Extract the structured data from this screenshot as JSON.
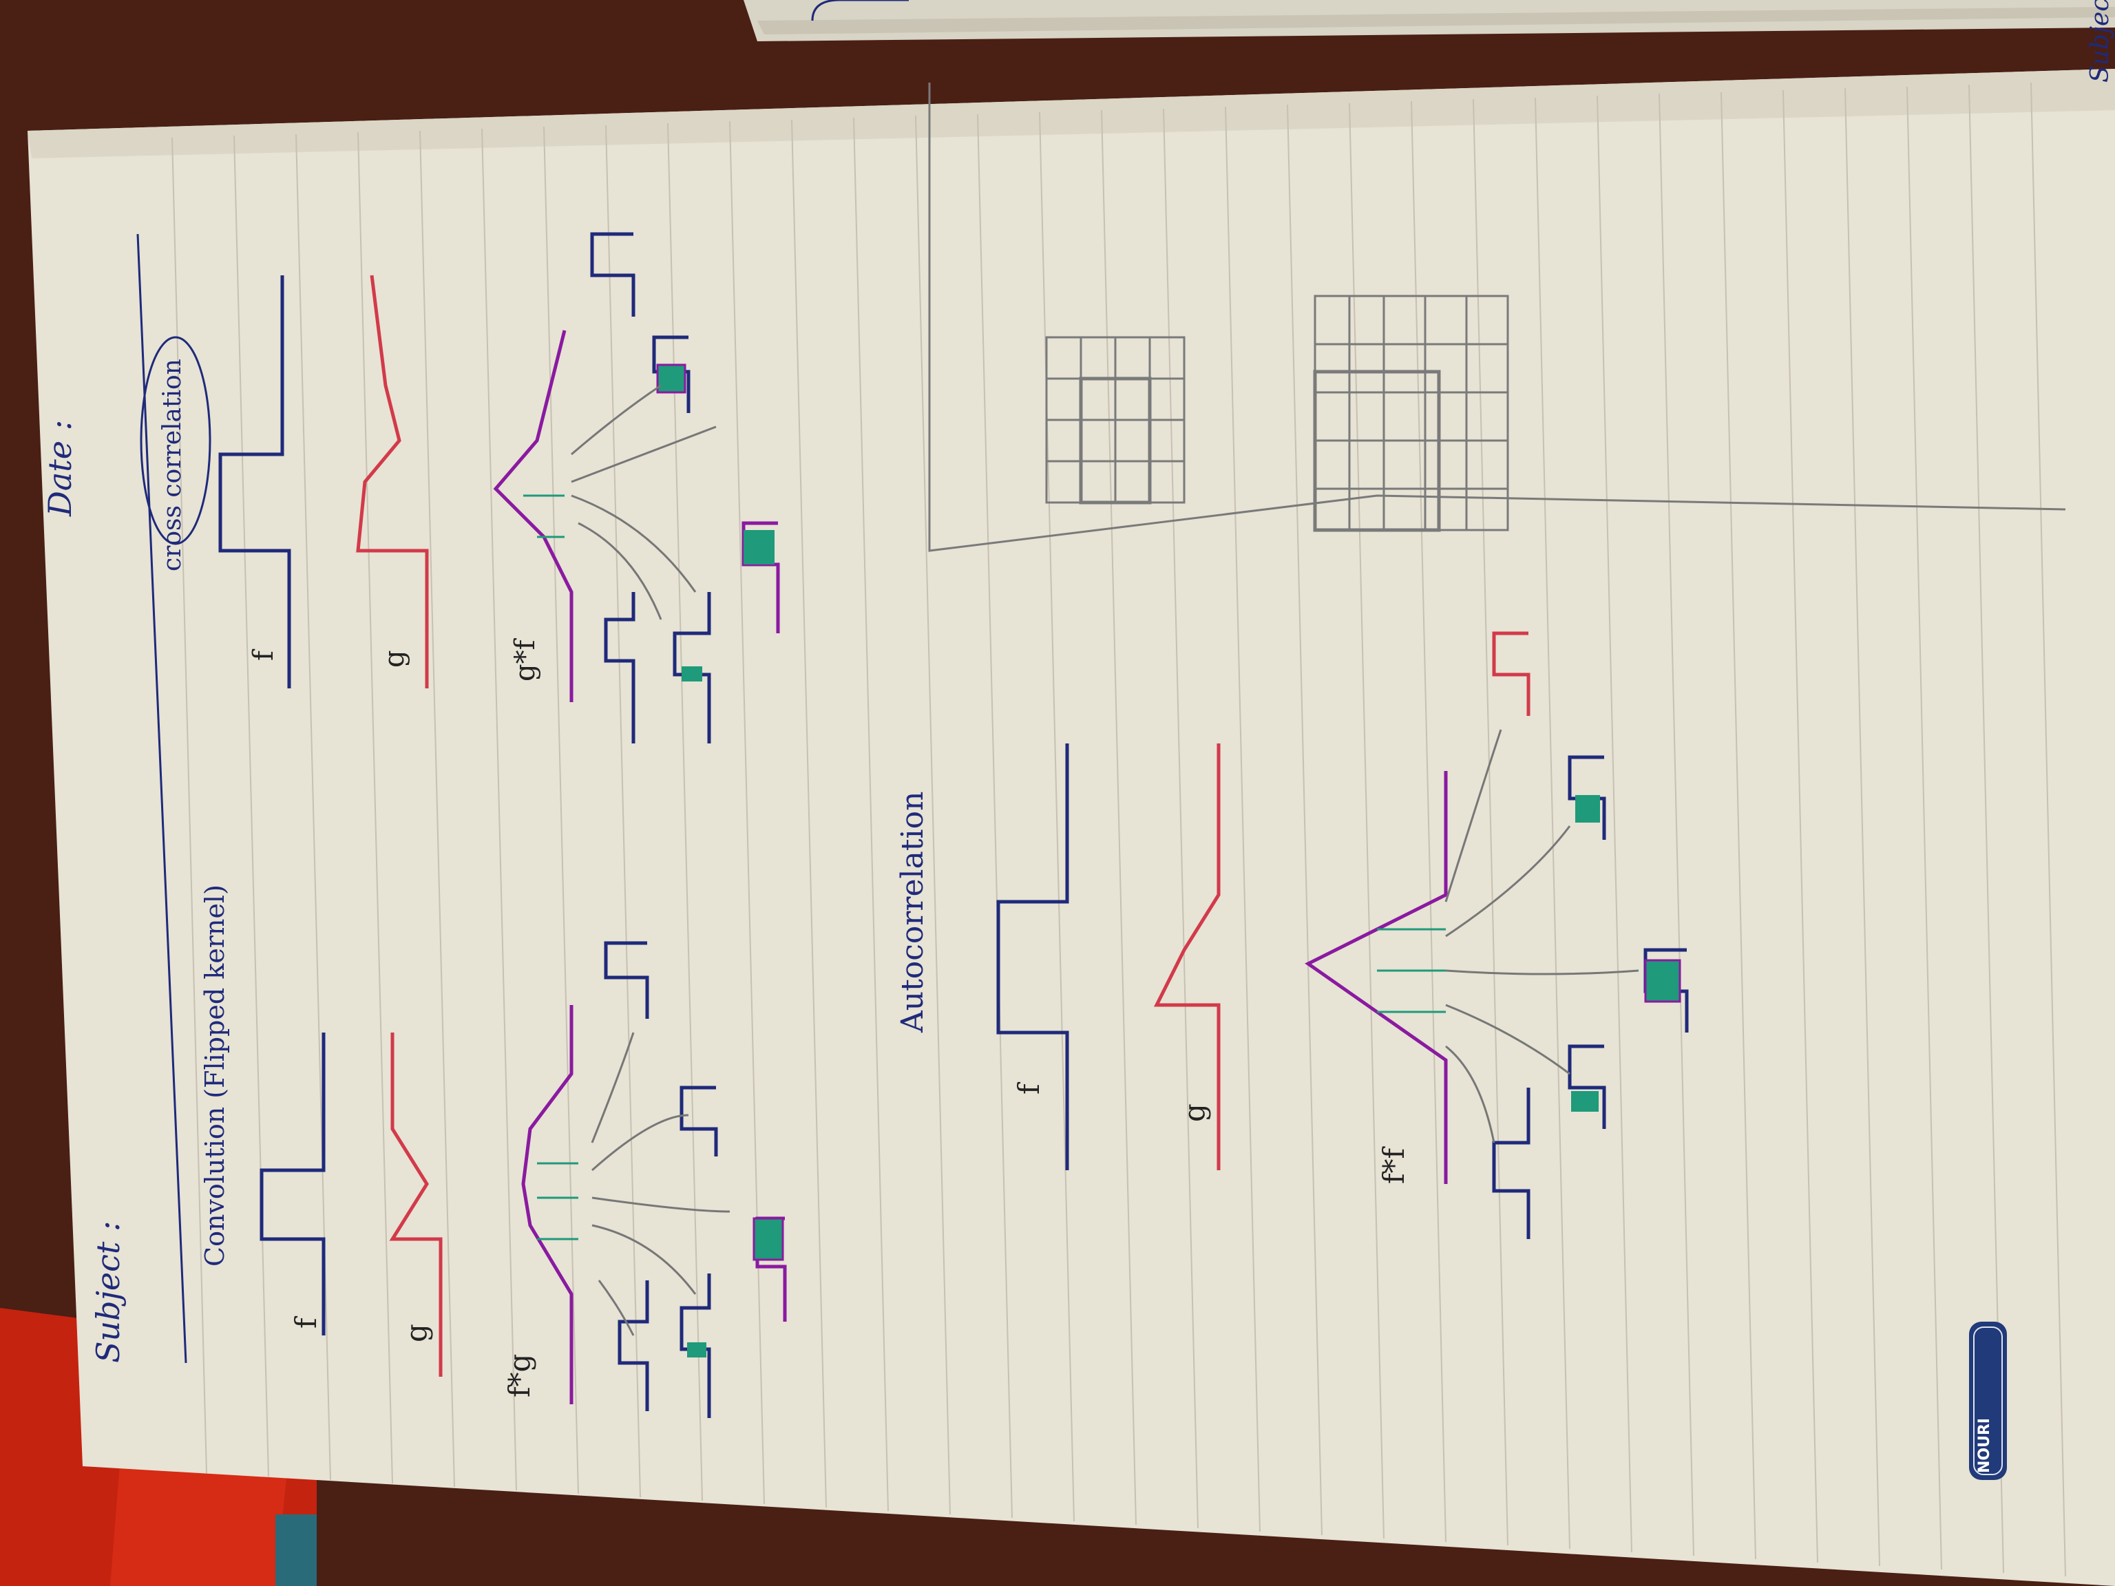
{
  "page": {
    "subject_label": "Subject :",
    "date_label": "Date :",
    "top_right_corner": "Subject"
  },
  "convolution": {
    "heading": "Convolution (Flipped kernel)",
    "f_label": "f",
    "g_label": "g",
    "result_label": "f*g"
  },
  "correlation": {
    "heading": "cross correlation",
    "f_label": "f",
    "g_label": "g",
    "result_label": "g*f"
  },
  "autocorrelation": {
    "heading": "Autocorrelation",
    "f_label": "f",
    "g_label": "g",
    "result_label": "f*f"
  },
  "logo": {
    "text": "NOURI"
  },
  "colors": {
    "paper": "#e9e5d8",
    "ink_blue": "#1f2a7a",
    "ink_red": "#d23a4a",
    "ink_purple": "#8a1aa0",
    "ink_teal": "#1f9a7a",
    "pencil": "#7a7a7a",
    "background": "#b8200f"
  }
}
